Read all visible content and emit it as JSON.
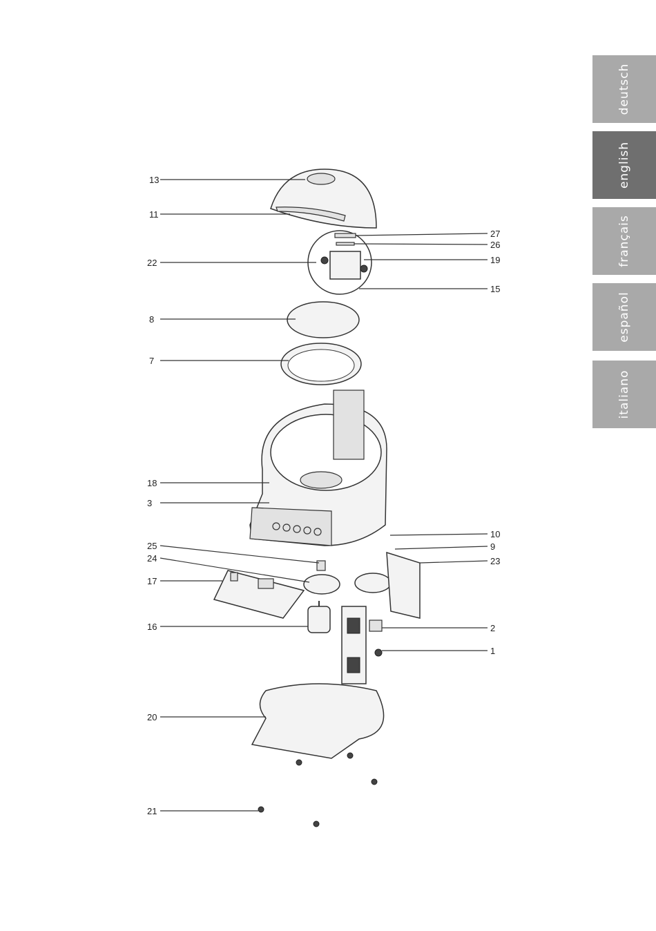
{
  "language_tabs": [
    {
      "label": "deutsch",
      "active": false
    },
    {
      "label": "english",
      "active": true
    },
    {
      "label": "français",
      "active": false
    },
    {
      "label": "español",
      "active": false
    },
    {
      "label": "italiano",
      "active": false
    }
  ],
  "diagram": {
    "callouts": [
      "13",
      "11",
      "22",
      "8",
      "7",
      "18",
      "3",
      "25",
      "24",
      "17",
      "16",
      "20",
      "21",
      "27",
      "26",
      "19",
      "15",
      "10",
      "9",
      "23",
      "2",
      "1"
    ]
  },
  "colors": {
    "tab_inactive": "#a9a9a9",
    "tab_active": "#6f6f6f",
    "tab_text": "#ffffff"
  }
}
